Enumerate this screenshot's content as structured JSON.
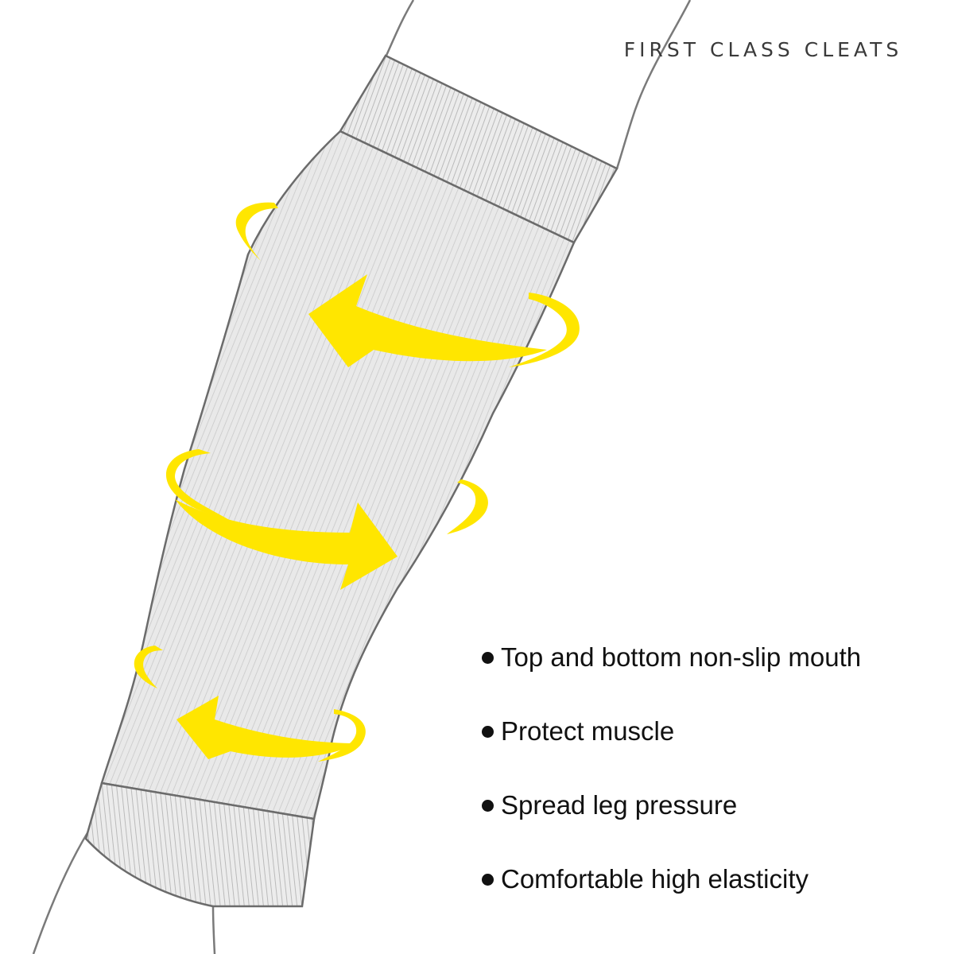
{
  "brand": {
    "name": "FIRST CLASS CLEATS",
    "color": "#3a3a3a"
  },
  "illustration": {
    "subject": "calf compression sleeve on leg",
    "sleeve_color": "#e8e8e8",
    "outline_color": "#6b6b6b",
    "arrow_color": "#ffe600",
    "arrow_icons": [
      "rotate-left-arrow-icon",
      "rotate-right-arrow-icon",
      "rotate-left-arrow-icon"
    ]
  },
  "features": {
    "bullet_icon": "bullet-dot-icon",
    "items": [
      {
        "label": "Top and bottom non-slip mouth"
      },
      {
        "label": "Protect muscle"
      },
      {
        "label": "Spread leg pressure"
      },
      {
        "label": "Comfortable high elasticity"
      }
    ]
  }
}
